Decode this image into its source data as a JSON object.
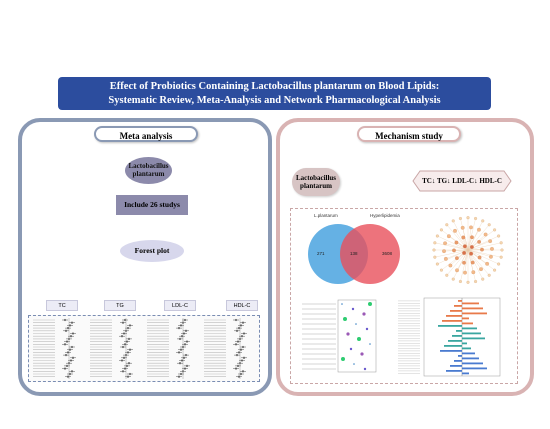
{
  "title": {
    "line1": "Effect of Probiotics Containing Lactobacillus plantarum on Blood Lipids:",
    "line2": "Systematic Review, Meta-Analysis and Network Pharmacological Analysis"
  },
  "meta_panel": {
    "heading": "Meta analysis",
    "source_line1": "Lactobacillus",
    "source_line2": "plantarum",
    "studies": "Include 26 studys",
    "forest": "Forest plot",
    "outcomes": [
      "TC",
      "TG",
      "LDL-C",
      "HDL-C"
    ]
  },
  "mech_panel": {
    "heading": "Mechanism study",
    "source_line1": "Lactobacillus",
    "source_line2": "plantarum",
    "result": "TC↓ TG↓ LDL-C↓ HDL-C",
    "venn": {
      "left_label": "L.plantarum",
      "right_label": "Hyperlipidemia",
      "left_only": "271",
      "overlap": "138",
      "right_only": "3608"
    }
  },
  "colors": {
    "banner": "#2c4d9e",
    "meta_border": "#8a99b4",
    "mech_border": "#d9b3b3",
    "venn_left": "#4aa3df",
    "venn_right": "#e8505b"
  }
}
